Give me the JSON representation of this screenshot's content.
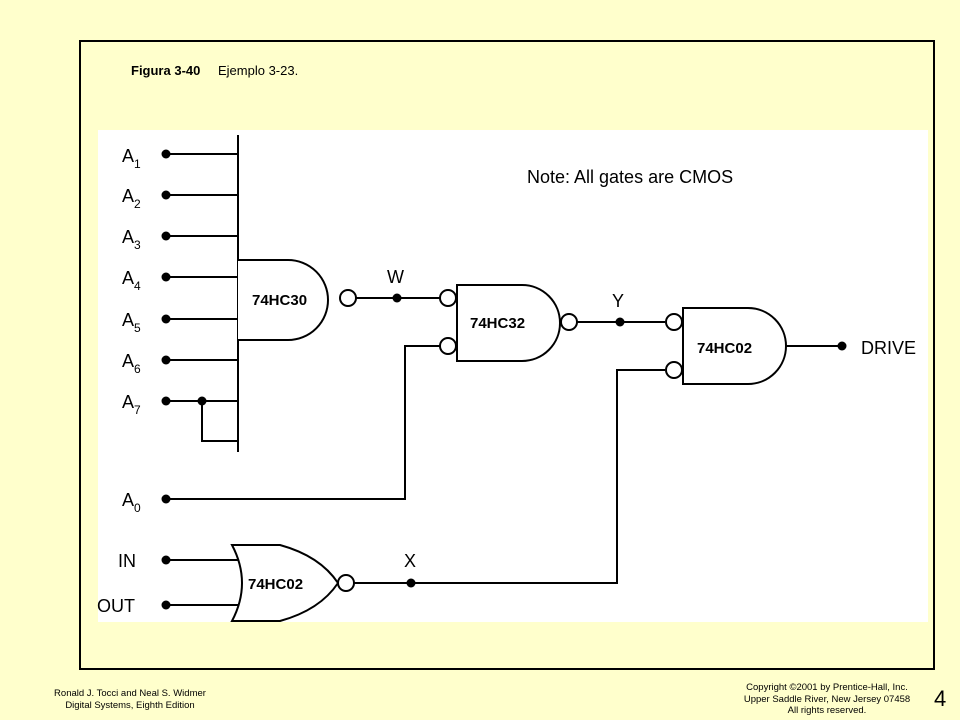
{
  "caption": {
    "figure_label": "Figura 3-40",
    "figure_title": "Ejemplo 3-23."
  },
  "diagram": {
    "note": "Note:  All gates are CMOS",
    "inputs": [
      {
        "name": "A",
        "sub": "1"
      },
      {
        "name": "A",
        "sub": "2"
      },
      {
        "name": "A",
        "sub": "3"
      },
      {
        "name": "A",
        "sub": "4"
      },
      {
        "name": "A",
        "sub": "5"
      },
      {
        "name": "A",
        "sub": "6"
      },
      {
        "name": "A",
        "sub": "7"
      }
    ],
    "input_a0": {
      "name": "A",
      "sub": "0"
    },
    "input_in": "IN",
    "input_out": "OUT",
    "gates": {
      "nand8": "74HC30",
      "or_mid": "74HC32",
      "nor_out": "74HC02",
      "nor_in": "74HC02"
    },
    "signals": {
      "w": "W",
      "y": "Y",
      "x": "X",
      "drive": "DRIVE"
    }
  },
  "footer": {
    "authors": "Ronald J. Tocci and Neal S. Widmer",
    "book": "Digital Systems, Eighth Edition",
    "copyright": "Copyright ©2001 by Prentice-Hall, Inc.",
    "publisher": "Upper Saddle River, New Jersey 07458",
    "rights": "All rights reserved.",
    "page_number": "4"
  }
}
